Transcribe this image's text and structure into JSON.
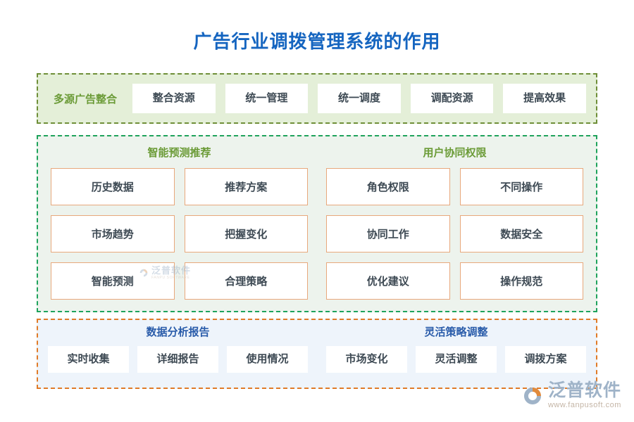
{
  "page": {
    "title": "广告行业调拨管理系统的作用",
    "title_color": "#1565c0"
  },
  "sections": {
    "integration": {
      "label": "多源广告整合",
      "label_color": "#6b9b37",
      "border_color": "#6f8f38",
      "background": "#e4efd8",
      "chips": [
        "整合资源",
        "统一管理",
        "统一调度",
        "调配资源",
        "提高效果"
      ]
    },
    "middle": {
      "border_color": "#1fa35c",
      "background": "#edf3ed",
      "chip_border_color": "#e8a87c",
      "columns": [
        {
          "heading": "智能预测推荐",
          "heading_color": "#6b9b37",
          "chips": [
            "历史数据",
            "推荐方案",
            "市场趋势",
            "把握变化",
            "智能预测",
            "合理策略"
          ]
        },
        {
          "heading": "用户协同权限",
          "heading_color": "#6b9b37",
          "chips": [
            "角色权限",
            "不同操作",
            "协同工作",
            "数据安全",
            "优化建议",
            "操作规范"
          ]
        }
      ]
    },
    "bottom": {
      "border_color": "#e07b28",
      "background": "#eef4fb",
      "columns": [
        {
          "heading": "数据分析报告",
          "heading_color": "#2a5caa",
          "chips": [
            "实时收集",
            "详细报告",
            "使用情况"
          ]
        },
        {
          "heading": "灵活策略调整",
          "heading_color": "#2a5caa",
          "chips": [
            "市场变化",
            "灵活调整",
            "调拨方案"
          ]
        }
      ]
    }
  },
  "watermark": {
    "name_cn": "泛普软件",
    "name_en": "FANPU SOFTWARE"
  },
  "brand": {
    "name_cn": "泛普软件",
    "url": "www.fanpusoft.com"
  }
}
